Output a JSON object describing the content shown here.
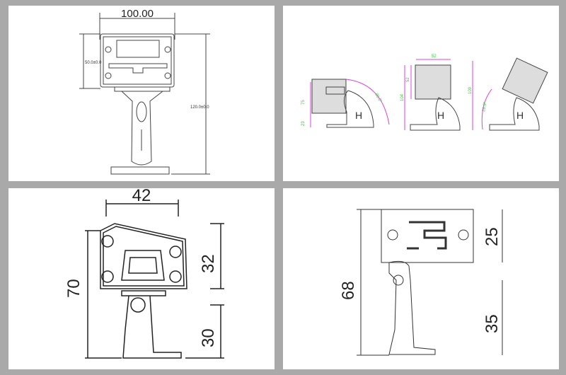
{
  "panels": [
    {
      "name": "front-view",
      "width_label": "100.00",
      "height_label": "50.0±0.0",
      "total_height_label": "120.0±0.0"
    },
    {
      "name": "rotation-views",
      "left": {
        "height_label": "75",
        "base_label": "23",
        "angle_label": "90.0°"
      },
      "center": {
        "width_label": "52",
        "head_label": "52",
        "height_label": "104"
      },
      "right": {
        "height_label": "109",
        "angle_label": "28.9°"
      }
    },
    {
      "name": "side-view-small",
      "width_label": "42",
      "total_label": "70",
      "head_label": "32",
      "base_label": "30"
    },
    {
      "name": "side-view-large",
      "total_label": "68",
      "head_label": "25",
      "base_label": "35"
    }
  ],
  "colors": {
    "background": "#a9a9a9",
    "dimension_green": "#33cc33",
    "dimension_magenta": "#e040e0",
    "line": "#333333"
  }
}
